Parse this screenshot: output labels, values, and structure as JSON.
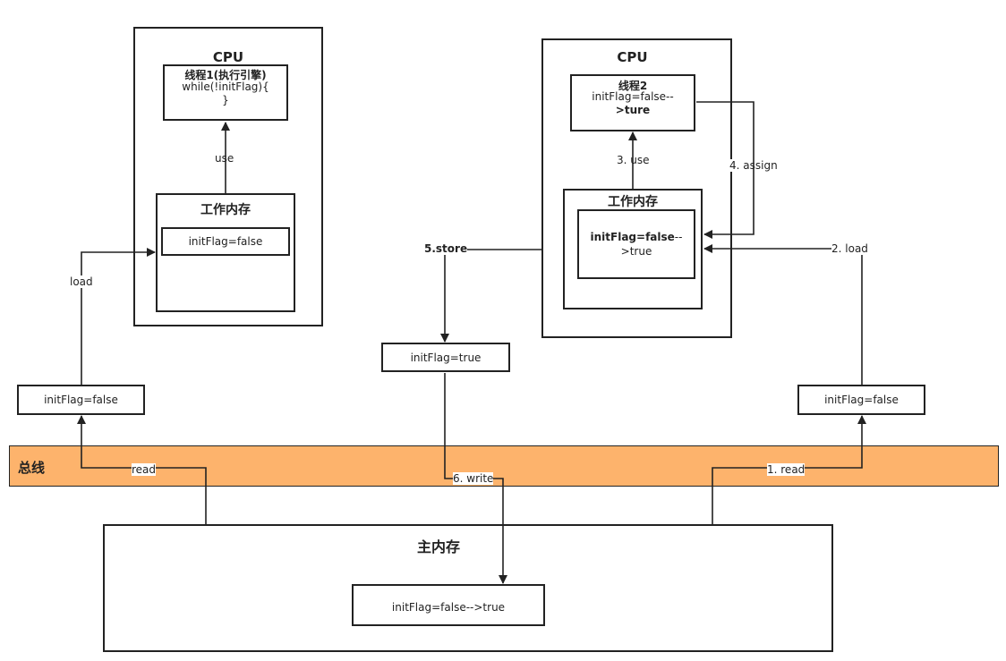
{
  "cpu_left": {
    "title": "CPU",
    "thread": {
      "name": "线程1(执行引擎)",
      "code_line1": "while(!initFlag){",
      "code_line2": "}"
    },
    "use_label": "use",
    "working_memory": {
      "title": "工作内存",
      "var": "initFlag=false"
    }
  },
  "cpu_right": {
    "title": "CPU",
    "thread": {
      "name": "线程2",
      "line1": "initFlag=false--",
      "line2": ">ture"
    },
    "use_label": "3. use",
    "assign_label": "4. assign",
    "working_memory": {
      "title": "工作内存",
      "var_line1_bold": "initFlag=false",
      "var_line1_rest": "--",
      "var_line2": ">true"
    }
  },
  "load_left_label": "load",
  "load_right_label": "2. load",
  "store_label": "5.store",
  "write_label": "6. write",
  "read_left_label": "read",
  "read_right_label": "1. read",
  "copy_left": "initFlag=false",
  "copy_middle": "initFlag=true",
  "copy_right": "initFlag=false",
  "bus_label": "总线",
  "main_memory": {
    "title": "主内存",
    "var": "initFlag=false-->true"
  }
}
